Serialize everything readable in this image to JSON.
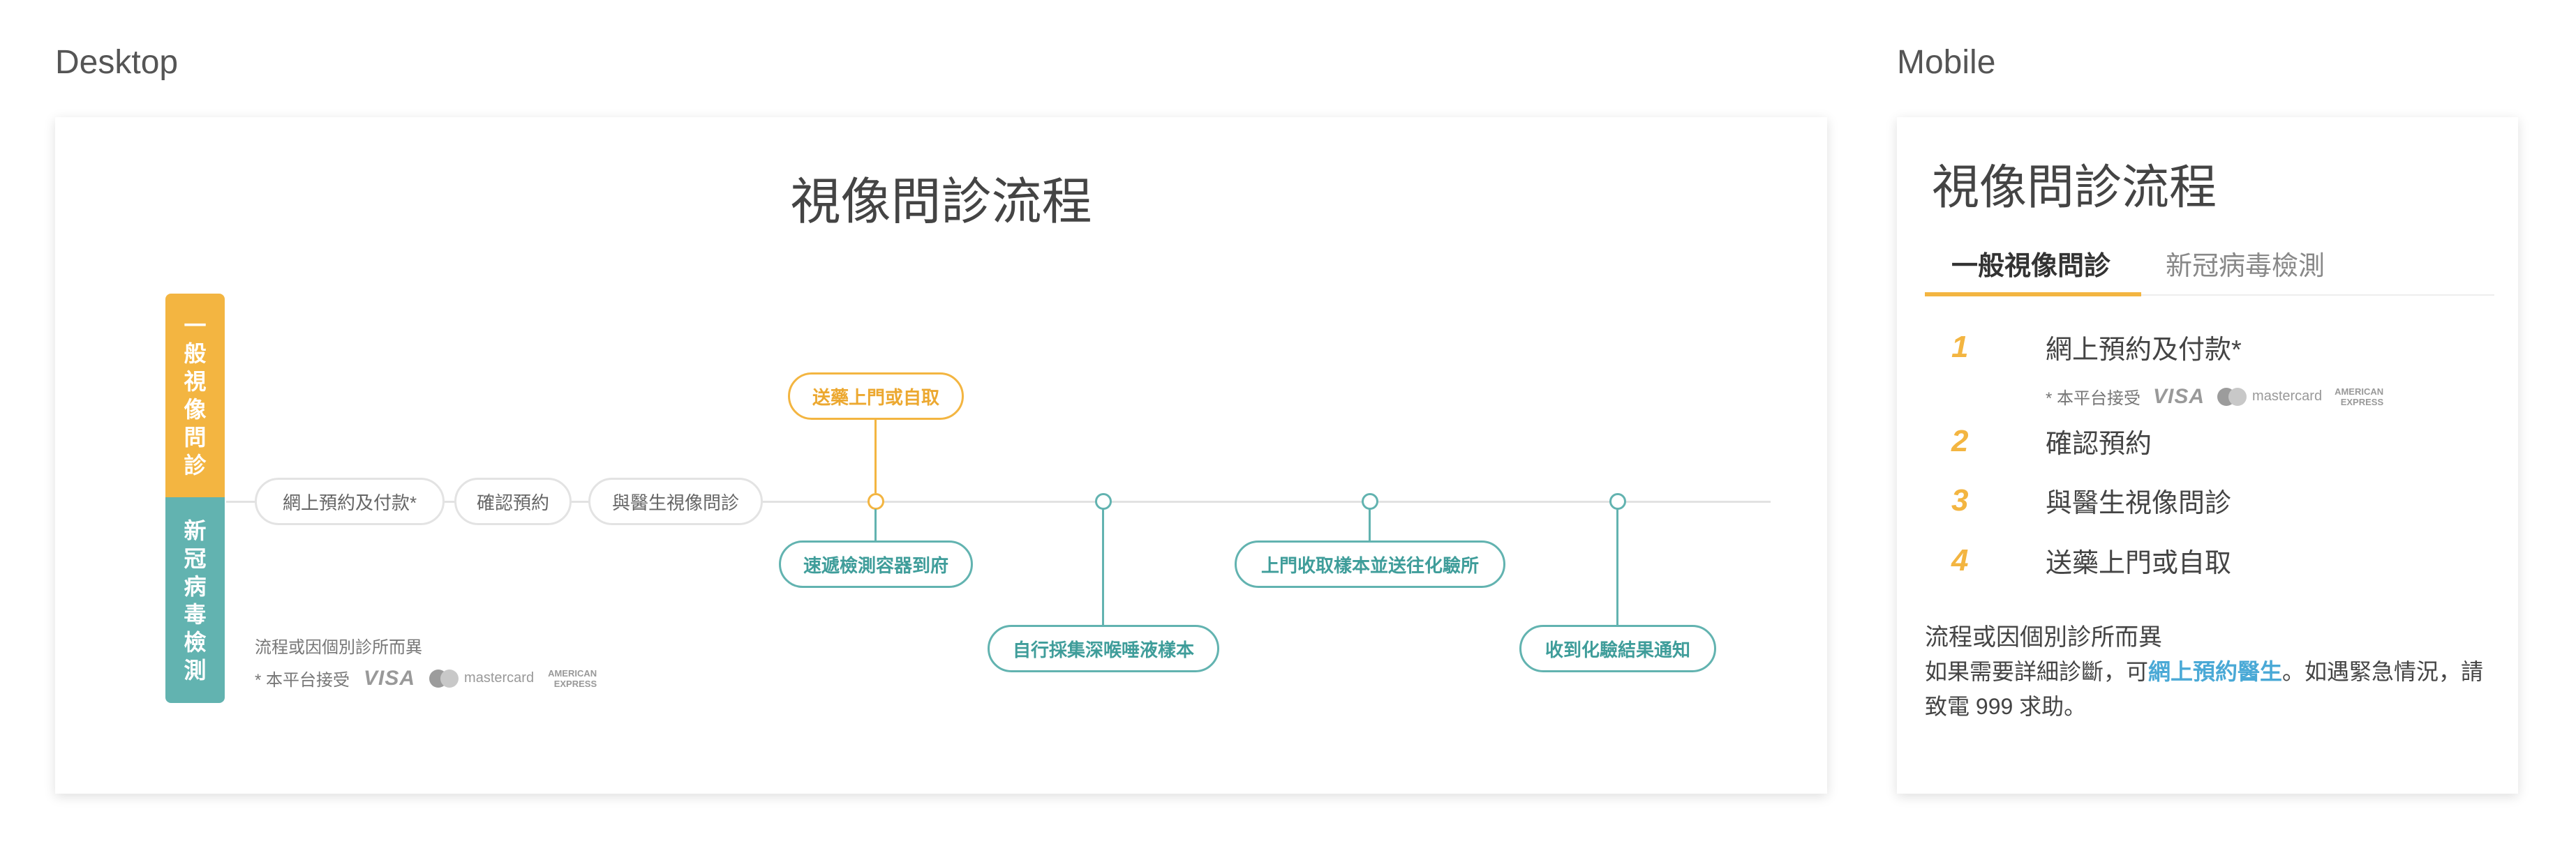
{
  "labels": {
    "desktop": "Desktop",
    "mobile": "Mobile"
  },
  "desktop": {
    "title": "視像問診流程",
    "categories": {
      "general": "一般視像問診",
      "covid": "新冠病毒檢測"
    },
    "general_steps": [
      "網上預約及付款*",
      "確認預約",
      "與醫生視像問診"
    ],
    "general_final": "送藥上門或自取",
    "covid_steps": [
      "速遞檢測容器到府",
      "自行採集深喉唾液樣本",
      "上門收取樣本並送往化驗所",
      "收到化驗結果通知"
    ],
    "note": "流程或因個別診所而異",
    "payment_prefix": "* 本平台接受"
  },
  "payment": {
    "visa": "VISA",
    "mastercard": "mastercard",
    "amex_line1": "AMERICAN",
    "amex_line2": "EXPRESS"
  },
  "mobile": {
    "title": "視像問診流程",
    "tabs": [
      "一般視像問診",
      "新冠病毒檢測"
    ],
    "steps": [
      {
        "num": "1",
        "label": "網上預約及付款*"
      },
      {
        "num": "2",
        "label": "確認預約"
      },
      {
        "num": "3",
        "label": "與醫生視像問診"
      },
      {
        "num": "4",
        "label": "送藥上門或自取"
      }
    ],
    "payment_prefix": "* 本平台接受",
    "note": "流程或因個別診所而異",
    "notice_before": "如果需要詳細診斷，可",
    "notice_link": "網上預約醫生",
    "notice_after": "。如遇緊急情況，請致電 999 求助。"
  },
  "colors": {
    "yellow": "#f3b541",
    "teal": "#62b3b0",
    "link": "#4aa9d6"
  }
}
